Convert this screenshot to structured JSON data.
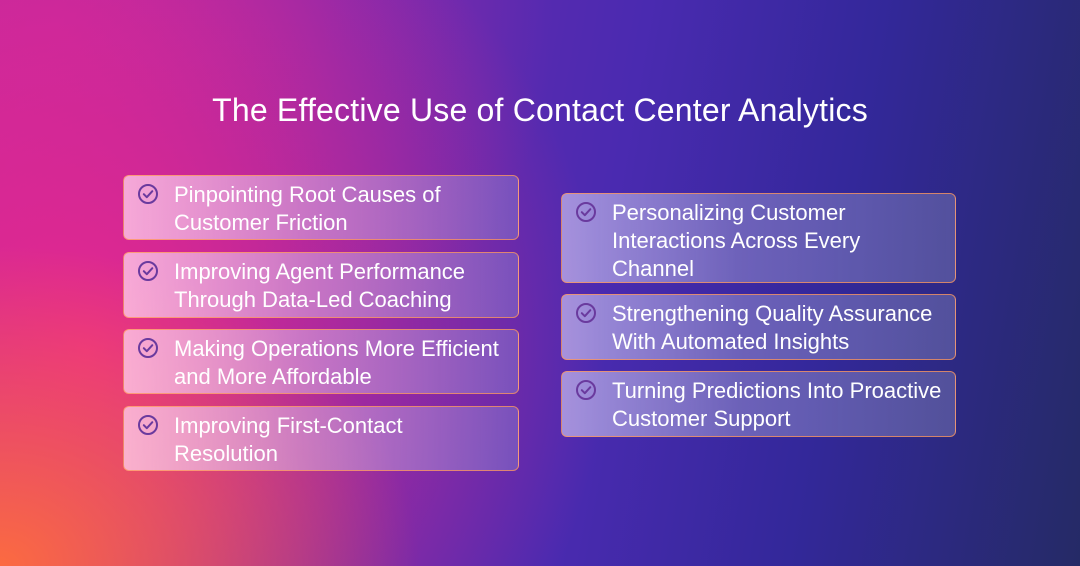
{
  "title": "The Effective Use of Contact Center Analytics",
  "left_items": [
    {
      "label": "Pinpointing Root Causes of Customer Friction",
      "icon": "check-circle-icon"
    },
    {
      "label": "Improving Agent Performance Through Data-Led Coaching",
      "icon": "check-circle-icon"
    },
    {
      "label": "Making Operations More Efficient and More Affordable",
      "icon": "check-circle-icon"
    },
    {
      "label": "Improving First-Contact Resolution",
      "icon": "check-circle-icon"
    }
  ],
  "right_items": [
    {
      "label": "Personalizing Customer Interactions Across Every Channel",
      "icon": "check-circle-icon"
    },
    {
      "label": "Strengthening Quality Assurance With Automated Insights",
      "icon": "check-circle-icon"
    },
    {
      "label": "Turning Predictions Into Proactive Customer Support",
      "icon": "check-circle-icon"
    }
  ],
  "colors": {
    "icon": "#6a3a9e",
    "border": "#ff9a5a"
  }
}
